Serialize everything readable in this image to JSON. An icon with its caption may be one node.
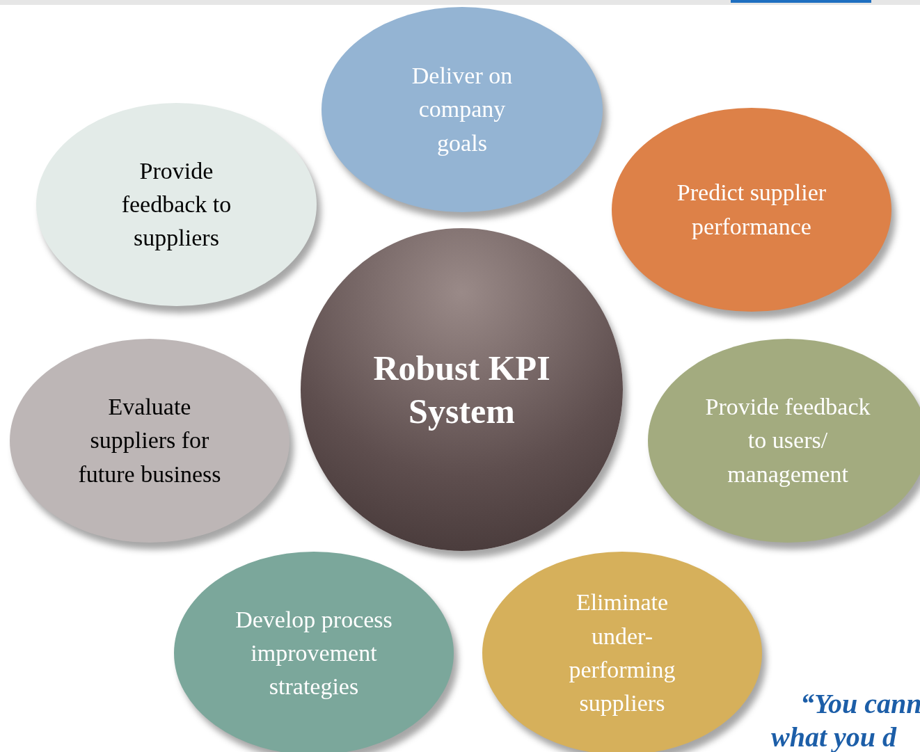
{
  "diagram": {
    "nodes": [
      {
        "text": [
          "Deliver on company goals"
        ]
      },
      {
        "text": [
          "Provide feedback to suppliers"
        ]
      },
      {
        "text": [
          "Predict supplier performance"
        ]
      },
      {
        "text": [
          "Robust KPI System"
        ]
      },
      {
        "text": [
          "Evaluate suppliers for future business"
        ]
      },
      {
        "text": [
          "Provide feedback to users/ management"
        ]
      },
      {
        "text": [
          "Develop process improvement strategies"
        ]
      },
      {
        "text": [
          "Eliminate under-performing suppliers"
        ]
      }
    ],
    "labels": [
      "“You cann",
      "what you d"
    ]
  }
}
